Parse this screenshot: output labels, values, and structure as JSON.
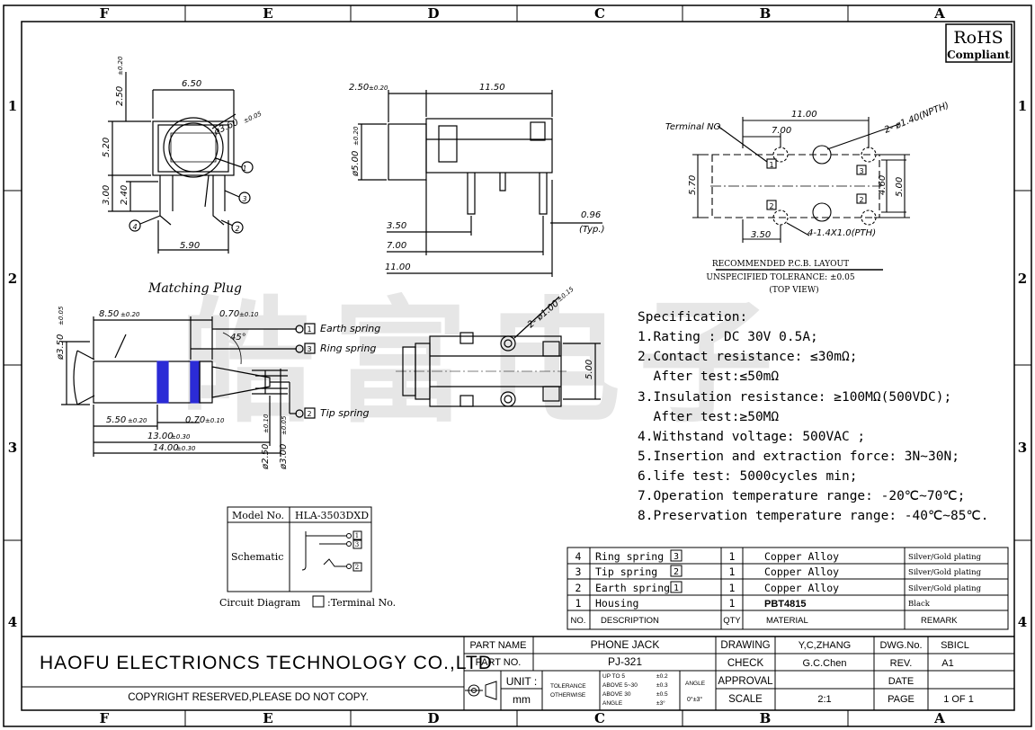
{
  "grid": {
    "columns_top": [
      "F",
      "E",
      "D",
      "C",
      "B",
      "A"
    ],
    "columns_bottom": [
      "F",
      "E",
      "D",
      "C",
      "B",
      "A"
    ],
    "rows_left": [
      "1",
      "2",
      "3",
      "4"
    ],
    "rows_right": [
      "1",
      "2",
      "3",
      "4"
    ]
  },
  "rohs": {
    "line1": "RoHS",
    "line2": "Compliant"
  },
  "watermark": "皓富电子",
  "front_view": {
    "dims": {
      "w650": "6.50",
      "h250": "2.50",
      "tol020": "±0.20",
      "dia360": "ø3.60",
      "tol005": "±0.05",
      "h520": "5.20",
      "h300": "3.00",
      "h240": "2.40",
      "w590": "5.90"
    },
    "pins": [
      "1",
      "2",
      "3",
      "4"
    ]
  },
  "side_view": {
    "dims": {
      "d250": "2.50",
      "tol": "±0.20",
      "d1150": "11.50",
      "dia500": "ø5.00",
      "d350": "3.50",
      "d700": "7.00",
      "d1100": "11.00",
      "d096": "0.96",
      "typ": "(Typ.)"
    }
  },
  "pcb": {
    "terminal_label": "Terminal NO.",
    "npth": "2- ø1.40(NPTH)",
    "pth": "4-1.4X1.0(PTH)",
    "dims": {
      "d1100": "11.00",
      "d700": "7.00",
      "d570": "5.70",
      "d460": "4.60",
      "d500": "5.00",
      "d350": "3.50"
    },
    "pins": [
      "1",
      "2",
      "3",
      "2"
    ],
    "caption1": "RECOMMENDED P.C.B. LAYOUT",
    "caption2": "UNSPECIFIED TOLERANCE: ±0.05",
    "caption3": "(TOP VIEW)"
  },
  "plug": {
    "title": "Matching Plug",
    "dims": {
      "d850": "8.50",
      "tol020": "±0.20",
      "d070a": "0.70",
      "tol010": "±0.10",
      "dia350": "ø3.50",
      "tol005": "±0.05",
      "d550": "5.50",
      "d070b": "0.70",
      "d1300": "13.00",
      "tol030": "±0.30",
      "d1400": "14.00",
      "dia250": "ø2.50",
      "dia300": "ø3.00",
      "angle": "45°"
    },
    "springs": [
      {
        "num": "1",
        "label": "Earth spring"
      },
      {
        "num": "3",
        "label": "Ring spring"
      },
      {
        "num": "2",
        "label": "Tip spring"
      }
    ]
  },
  "top_view": {
    "dia100": "2- ø1.00",
    "tol": "±0.15",
    "d500": "5.00"
  },
  "spec": {
    "title": "Specification:",
    "lines": [
      "1.Rating : DC 30V 0.5A;",
      "2.Contact resistance: ≤30mΩ;",
      "  After test:≤50mΩ",
      "3.Insulation resistance: ≥100MΩ(500VDC);",
      "  After test:≥50MΩ",
      "4.Withstand voltage: 500VAC ;",
      "5.Insertion and extraction force: 3N~30N;",
      "6.life test: 5000cycles min;",
      "7.Operation temperature range: -20℃~70℃;",
      "8.Preservation temperature range: -40℃~85℃."
    ]
  },
  "schematic": {
    "model_label": "Model No.",
    "model_value": "HLA-3503DXD",
    "schematic_label": "Schematic",
    "pins": [
      "1",
      "3",
      "2"
    ],
    "circuit_caption": "Circuit Diagram",
    "terminal_caption": ":Terminal No."
  },
  "bom": {
    "rows": [
      {
        "no": "4",
        "desc": "Ring spring",
        "pin": "3",
        "qty": "1",
        "material": "Copper Alloy",
        "remark": "Silver/Gold plating"
      },
      {
        "no": "3",
        "desc": "Tip spring",
        "pin": "2",
        "qty": "1",
        "material": "Copper Alloy",
        "remark": "Silver/Gold plating"
      },
      {
        "no": "2",
        "desc": "Earth spring",
        "pin": "1",
        "qty": "1",
        "material": "Copper Alloy",
        "remark": "Silver/Gold plating"
      },
      {
        "no": "1",
        "desc": "Housing",
        "pin": "",
        "qty": "1",
        "material": "PBT4815",
        "remark": "Black"
      }
    ],
    "header": {
      "no": "NO.",
      "desc": "DESCRIPTION",
      "qty": "QTY",
      "material": "MATERIAL",
      "remark": "REMARK"
    }
  },
  "title_block": {
    "company": "HAOFU ELECTRIONCS TECHNOLOGY CO.,LTD",
    "copyright": "COPYRIGHT RESERVED,PLEASE DO NOT COPY.",
    "part_name_label": "PART NAME",
    "part_name": "PHONE JACK",
    "part_no_label": "PART NO.",
    "part_no": "PJ-321",
    "unit_label": "UNIT :",
    "unit": "mm",
    "tolerance_label": "TOLERANCE",
    "otherwise_label": "OTHERWISE",
    "tol_rows": [
      [
        "UP TO 5",
        "±0.2"
      ],
      [
        "ABOVE 5~30",
        "±0.3"
      ],
      [
        "ABOVE 30",
        "±0.5"
      ],
      [
        "ANGLE",
        "±3°"
      ]
    ],
    "angle_label": "ANGLE",
    "angle_value": "0°±3°",
    "drawing_label": "DRAWING",
    "drawing": "Y,C,ZHANG",
    "check_label": "CHECK",
    "check": "G.C.Chen",
    "approval_label": "APPROVAL",
    "scale_label": "SCALE",
    "scale": "2:1",
    "dwg_label": "DWG.No.",
    "dwg": "SBICL",
    "rev_label": "REV.",
    "rev": "A1",
    "date_label": "DATE",
    "date": "",
    "page_label": "PAGE",
    "page": "1 OF 1"
  }
}
